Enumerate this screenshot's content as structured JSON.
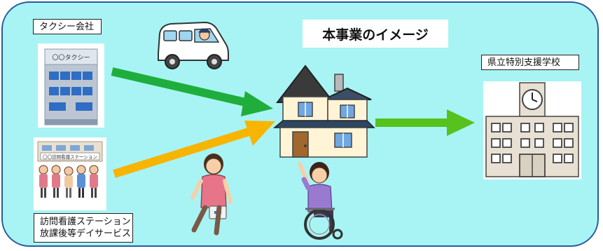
{
  "title": "本事業のイメージ",
  "taxi_company": {
    "label": "タクシー会社",
    "sign": "〇〇タクシー"
  },
  "nursing": {
    "label_line1": "訪問看護ステーション",
    "label_line2": "放課後等デイサービス",
    "sign": "〇〇訪問看護ステーション"
  },
  "school": {
    "label": "県立特別支援学校"
  },
  "colors": {
    "background": "#a8f4f4",
    "border": "#2a5aa0",
    "green_arrow": "#1fae3c",
    "yellow_arrow": "#f7b400",
    "green_arrow_right": "#56c21e"
  },
  "icons": [
    "taxi-van-icon",
    "taxi-company-building-icon",
    "nursing-station-building-icon",
    "house-icon",
    "school-building-icon",
    "nurse-person-icon",
    "wheelchair-user-icon"
  ]
}
